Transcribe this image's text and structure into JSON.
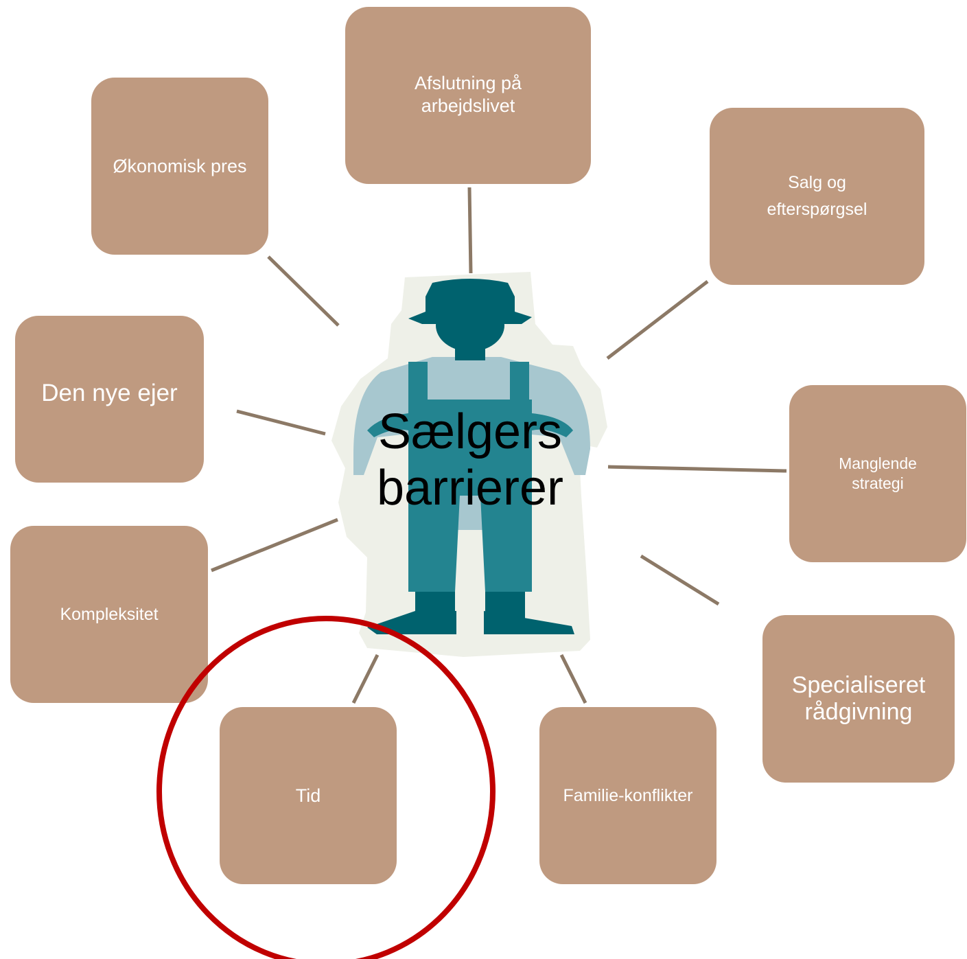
{
  "center": {
    "title": "Sælgers\nbarrierer"
  },
  "nodes": {
    "afslutning": "Afslutning på\narbejdslivet",
    "okonomisk": "Økonomisk pres",
    "salg": "Salg og\nefterspørgsel",
    "den_nye_ejer": "Den nye ejer",
    "manglende_strategi": "Manglende\nstrategi",
    "kompleksitet": "Kompleksitet",
    "specialiseret": "Specialiseret\nrådgivning",
    "tid": "Tid",
    "familie": "Familie-konflikter"
  },
  "colors": {
    "box": "#bf9a80",
    "connector": "#8c7966",
    "highlight": "#c00000",
    "figure_dark": "#00626e",
    "figure_overalls": "#238490",
    "figure_shirt": "#a7c7cf"
  },
  "highlight": {
    "target": "Tid"
  },
  "icons": {
    "center_figure": "farmer-figure-icon"
  }
}
